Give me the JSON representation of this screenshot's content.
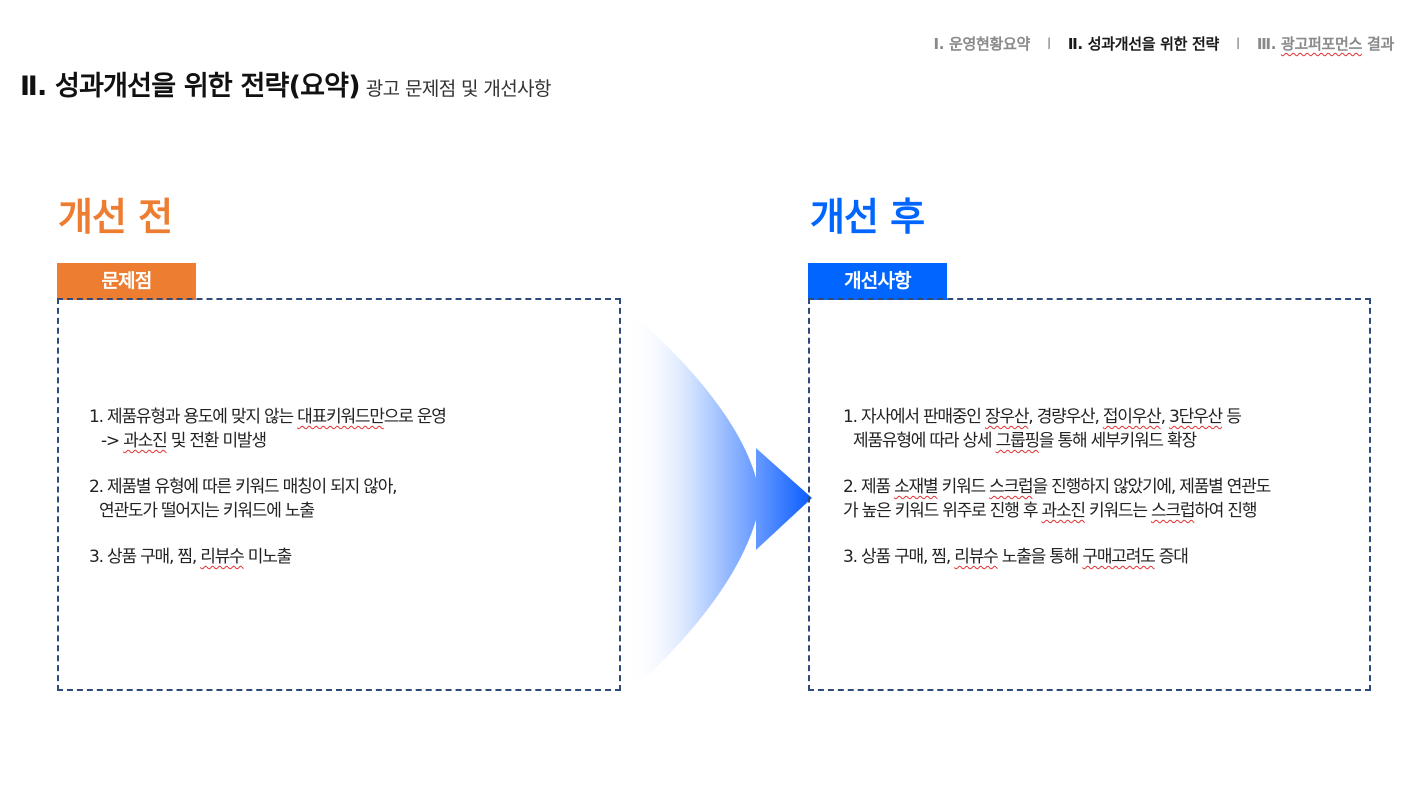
{
  "nav": {
    "item1": "Ⅰ. 운영현황요약",
    "sep1": "l",
    "item2": "Ⅱ. 성과개선을 위한 전략",
    "sep2": "l",
    "item3_prefix": "Ⅲ.",
    "item3_main": "광고퍼포먼스",
    "item3_suffix": "결과"
  },
  "header": {
    "title": "Ⅱ. 성과개선을 위한 전략(요약)",
    "subtitle": "광고 문제점 및 개선사항"
  },
  "before": {
    "title": "개선 전",
    "tag": "문제점",
    "item1": {
      "l1_a": "1. 제품유형과 용도에 맞지 않는 ",
      "l1_b": "대표키워드만",
      "l1_c": "으로 운영",
      "l2_a": "-> ",
      "l2_b": "과소진",
      "l2_c": " 및 전환 미발생"
    },
    "item2": {
      "l1": "2. 제품별 유형에 따른 키워드 매칭이 되지 않아,",
      "l2": "연관도가 떨어지는 키워드에 노출"
    },
    "item3": {
      "a": "3. 상품 구매, 찜, ",
      "b": "리뷰수",
      "c": " 미노출"
    }
  },
  "after": {
    "title": "개선 후",
    "tag": "개선사항",
    "item1": {
      "l1_a": "1. 자사에서 판매중인 ",
      "l1_b": "장우산",
      "l1_c": ", 경량우산, ",
      "l1_d": "접이우산",
      "l1_e": ", ",
      "l1_f": "3단우산",
      "l1_g": " 등",
      "l2_a": "제품유형에 따라 상세 ",
      "l2_b": "그룹핑",
      "l2_c": "을 통해 세부키워드 확장"
    },
    "item2": {
      "l1_a": "2. 제품 ",
      "l1_b": "소재별",
      "l1_c": " 키워드 ",
      "l1_d": "스크럽",
      "l1_e": "을 진행하지 않았기에, 제품별 연관도",
      "l2_a": "가 높은 키워드 위주로 진행 후 ",
      "l2_b": "과소진",
      "l2_c": " 키워드는 ",
      "l2_d": "스크럽",
      "l2_e": "하여 진행"
    },
    "item3": {
      "a": "3. 상품 구매, 찜, ",
      "b": "리뷰수",
      "c": " 노출을 통해 ",
      "d": "구매고려도",
      "e": " 증대"
    }
  },
  "colors": {
    "before_accent": "#ed7d31",
    "after_accent": "#0066ff",
    "box_border": "#2f4b7c"
  },
  "icons": {
    "transition_arrow": "arrow-right-gradient-icon"
  }
}
